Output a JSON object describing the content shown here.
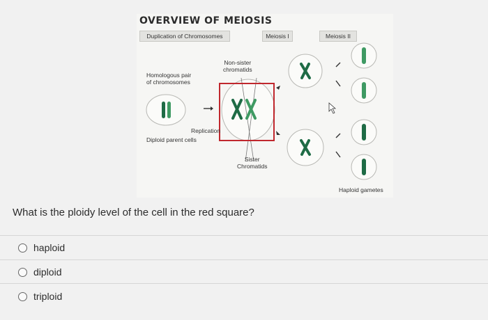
{
  "diagram": {
    "title": "OVERVIEW OF MEIOSIS",
    "stages": {
      "duplication": "Duplication of Chromosomes",
      "meiosis1": "Meiosis I",
      "meiosis2": "Meiosis II"
    },
    "labels": {
      "homologous": "Homologous pair of chromosomes",
      "homologous_line1": "Homologous pair",
      "homologous_line2": "of chromosomes",
      "nonsister_line1": "Non-sister",
      "nonsister_line2": "chromatids",
      "replication": "Replication",
      "diploid": "Diploid parent cells",
      "sister_line1": "Sister",
      "sister_line2": "Chromatids",
      "haploid_gametes": "Haploid gametes"
    },
    "colors": {
      "chromosome_dark": "#1e6b45",
      "chromosome_light": "#3f9a63",
      "highlight": "#c0272d"
    }
  },
  "question": {
    "text": "What is the ploidy level of the cell in the red square?",
    "options": [
      {
        "label": "haploid"
      },
      {
        "label": "diploid"
      },
      {
        "label": "triploid"
      }
    ]
  }
}
